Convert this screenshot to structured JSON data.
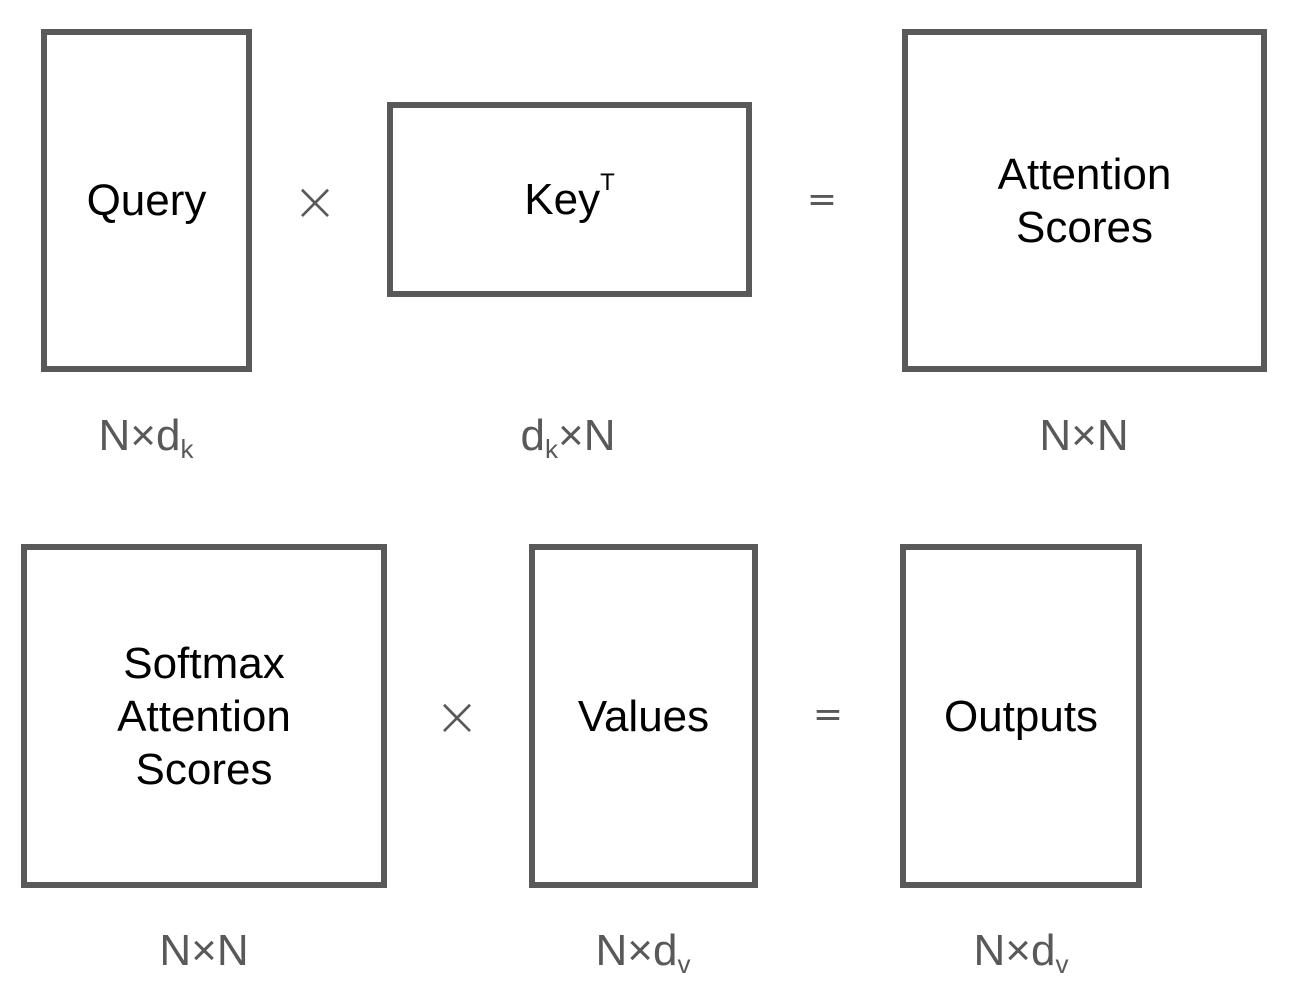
{
  "colors": {
    "border": "#595959",
    "label_text": "#000000",
    "dimension_text": "#595959",
    "background": "#ffffff"
  },
  "row1": {
    "query": {
      "label": "Query",
      "dim_main": "N×d",
      "dim_sub": "k"
    },
    "op1": "×",
    "key": {
      "label": "Key",
      "label_sup": "T",
      "dim_pre": "d",
      "dim_sub": "k",
      "dim_post": "×N"
    },
    "op2": "=",
    "scores": {
      "label": "Attention\nScores",
      "dim": "N×N"
    }
  },
  "row2": {
    "softmax": {
      "label": "Softmax\nAttention\nScores",
      "dim": "N×N"
    },
    "op1": "×",
    "values": {
      "label": "Values",
      "dim_main": "N×d",
      "dim_sub": "v"
    },
    "op2": "=",
    "outputs": {
      "label": "Outputs",
      "dim_main": "N×d",
      "dim_sub": "v"
    }
  }
}
